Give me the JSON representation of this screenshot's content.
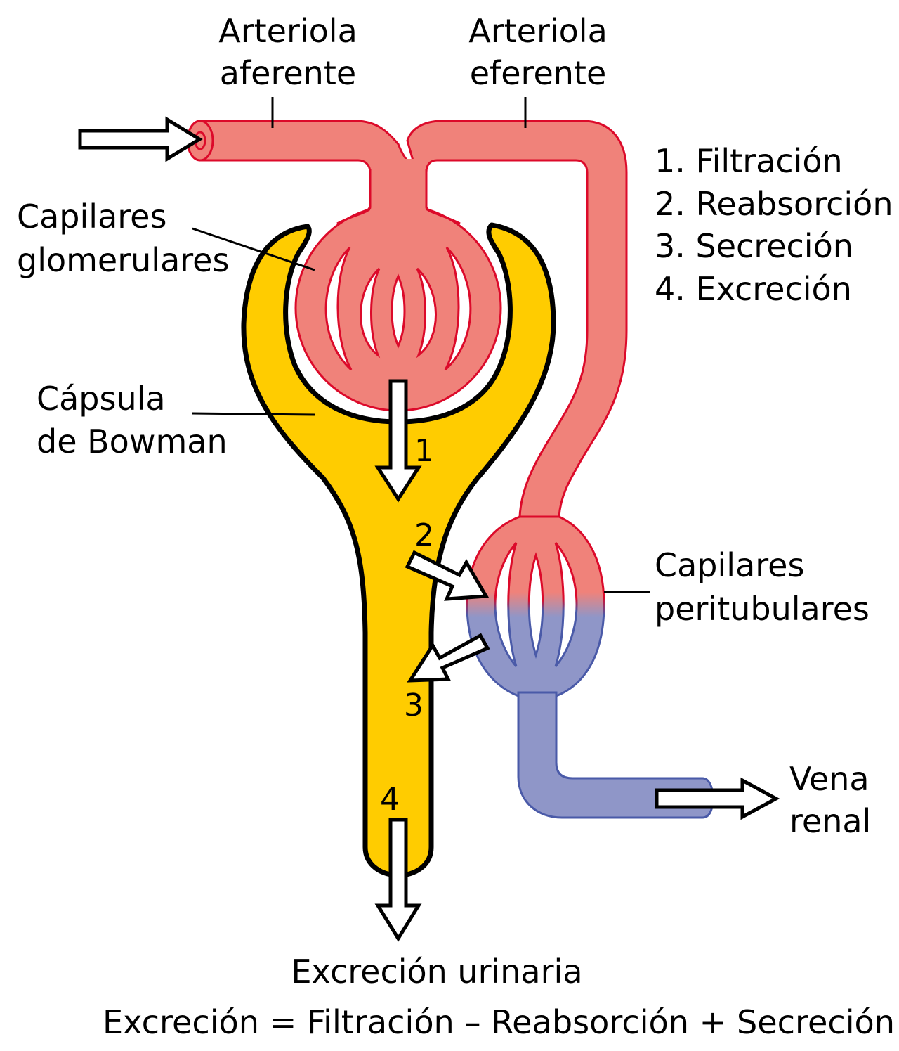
{
  "colors": {
    "arterial": "#f0827a",
    "arterial_stroke": "#dc0a2a",
    "venous": "#8f96c8",
    "venous_stroke": "#4a5aa8",
    "capsule": "#ffcc00",
    "outline": "#000000"
  },
  "labels": {
    "afferent_line1": "Arteriola",
    "afferent_line2": "aferente",
    "efferent_line1": "Arteriola",
    "efferent_line2": "eferente",
    "glomerular_line1": "Capilares",
    "glomerular_line2": "glomerulares",
    "bowman_line1": "Cápsula",
    "bowman_line2": "de Bowman",
    "peritubular_line1": "Capilares",
    "peritubular_line2": "peritubulares",
    "vein_line1": "Vena",
    "vein_line2": "renal",
    "urinary": "Excreción urinaria",
    "equation": "Excreción = Filtración – Reabsorción + Secreción"
  },
  "legend": [
    "1. Filtración",
    "2. Reabsorción",
    "3. Secreción",
    "4. Excreción"
  ],
  "step_numbers": [
    "1",
    "2",
    "3",
    "4"
  ]
}
